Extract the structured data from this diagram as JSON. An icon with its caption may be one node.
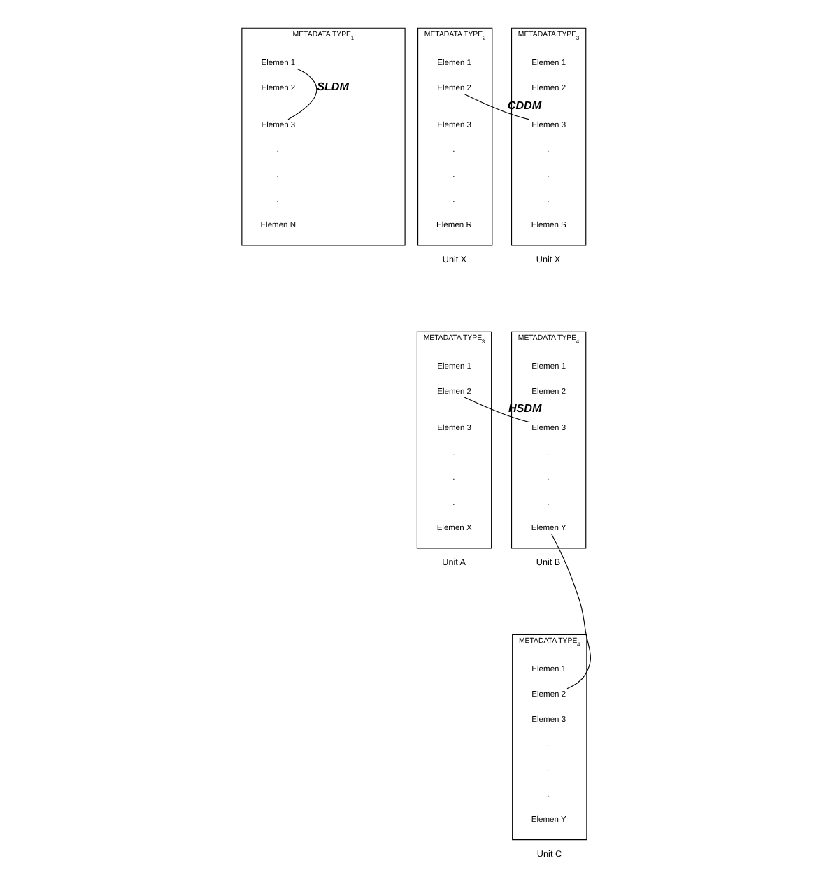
{
  "diagram": {
    "nodes": [
      {
        "text": [
          "METADATA TYPE$_{1}$"
        ]
      },
      {
        "text": [
          "Elemen 1"
        ],
        "in": 0
      },
      {
        "text": [
          "Elemen 2"
        ],
        "in": 0
      },
      {
        "text": [
          "Elemen 3"
        ],
        "in": 0
      },
      {
        "text": [
          "."
        ],
        "in": 0
      },
      {
        "text": [
          "."
        ],
        "in": 0
      },
      {
        "text": [
          "."
        ],
        "in": 0
      },
      {
        "text": [
          "Elemen N"
        ],
        "in": 0
      },
      {
        "text": [
          "METADATA TYPE$_{2}$"
        ],
        "beside": [
          "Unit X"
        ]
      },
      {
        "text": [
          "Elemen 1"
        ],
        "in": 8
      },
      {
        "text": [
          "Elemen 2"
        ],
        "in": 8
      },
      {
        "text": [
          "Elemen 3"
        ],
        "in": 8
      },
      {
        "text": [
          "."
        ],
        "in": 8
      },
      {
        "text": [
          "."
        ],
        "in": 8
      },
      {
        "text": [
          "."
        ],
        "in": 8
      },
      {
        "text": [
          "Elemen R"
        ],
        "in": 8
      },
      {
        "text": [
          "METADATA TYPE$_{3}$"
        ],
        "beside": [
          "Unit X"
        ]
      },
      {
        "text": [
          "Elemen 1"
        ],
        "in": 16
      },
      {
        "text": [
          "Elemen 2"
        ],
        "in": 16
      },
      {
        "text": [
          "Elemen 3"
        ],
        "in": 16
      },
      {
        "text": [
          "."
        ],
        "in": 16
      },
      {
        "text": [
          "."
        ],
        "in": 16
      },
      {
        "text": [
          "."
        ],
        "in": 16
      },
      {
        "text": [
          "Elemen S"
        ],
        "in": 16
      },
      {
        "text": [
          "METADATA TYPE$_{3}$"
        ],
        "beside": [
          "Unit A"
        ]
      },
      {
        "text": [
          "Elemen 1"
        ],
        "in": 24
      },
      {
        "text": [
          "Elemen 2"
        ],
        "in": 24
      },
      {
        "text": [
          "Elemen 3"
        ],
        "in": 24
      },
      {
        "text": [
          "."
        ],
        "in": 24
      },
      {
        "text": [
          "."
        ],
        "in": 24
      },
      {
        "text": [
          "."
        ],
        "in": 24
      },
      {
        "text": [
          "Elemen X"
        ],
        "in": 24
      },
      {
        "text": [
          "METADATA TYPE$_{4}$"
        ],
        "beside": [
          "Unit B"
        ]
      },
      {
        "text": [
          "Elemen 1"
        ],
        "in": 32
      },
      {
        "text": [
          "Elemen 2"
        ],
        "in": 32
      },
      {
        "text": [
          "Elemen 3"
        ],
        "in": 32
      },
      {
        "text": [
          "."
        ],
        "in": 32
      },
      {
        "text": [
          "."
        ],
        "in": 32
      },
      {
        "text": [
          "."
        ],
        "in": 32
      },
      {
        "text": [
          "Elemen Y"
        ],
        "in": 32
      },
      {
        "text": [
          "METADATA TYPE$_{4}$"
        ],
        "beside": [
          "Unit C"
        ]
      },
      {
        "text": [
          "Elemen 1"
        ],
        "in": 40
      },
      {
        "text": [
          "Elemen 2"
        ],
        "in": 40
      },
      {
        "text": [
          "Elemen 3"
        ],
        "in": 40
      },
      {
        "text": [
          "."
        ],
        "in": 40
      },
      {
        "text": [
          "."
        ],
        "in": 40
      },
      {
        "text": [
          "."
        ],
        "in": 40
      },
      {
        "text": [
          "Elemen Y"
        ],
        "in": 40
      }
    ],
    "edges": [
      {
        "from": 1,
        "to": 3,
        "arrow": "none",
        "label": "SLDM"
      },
      {
        "from": 10,
        "to": 19,
        "arrow": "none",
        "label": "CDDM"
      },
      {
        "from": 26,
        "to": 35,
        "arrow": "none",
        "label": "HSDM"
      },
      {
        "from": 39,
        "to": 42,
        "arrow": "none"
      }
    ]
  }
}
